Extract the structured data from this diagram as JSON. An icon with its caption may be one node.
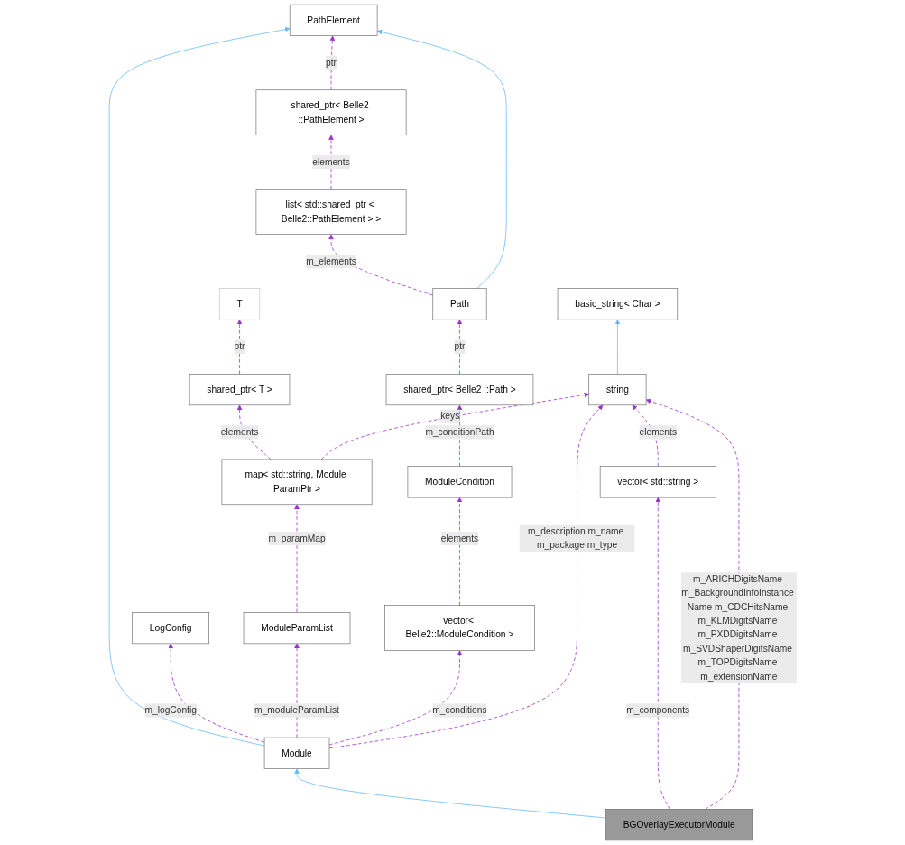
{
  "diagram": {
    "nodes": [
      {
        "text": [
          "PathElement"
        ]
      },
      {
        "text": [
          "shared_ptr< Belle2 ::PathElement >"
        ]
      },
      {
        "text": [
          "list< std::shared_ptr < Belle2::PathElement > >"
        ]
      },
      {
        "text": [
          "T"
        ]
      },
      {
        "text": [
          "Path"
        ]
      },
      {
        "text": [
          "basic_string< Char >"
        ]
      },
      {
        "text": [
          "shared_ptr< T >"
        ]
      },
      {
        "text": [
          "shared_ptr< Belle2 ::Path >"
        ]
      },
      {
        "text": [
          "string"
        ]
      },
      {
        "text": [
          "map< std::string, Module ParamPtr >"
        ]
      },
      {
        "text": [
          "ModuleCondition"
        ]
      },
      {
        "text": [
          "vector< std::string >"
        ]
      },
      {
        "text": [
          "LogConfig"
        ]
      },
      {
        "text": [
          "ModuleParamList"
        ]
      },
      {
        "text": [
          "vector< Belle2::ModuleCondition >"
        ]
      },
      {
        "text": [
          "Module"
        ]
      },
      {
        "text": [
          "BGOverlayExecutorModule"
        ]
      }
    ],
    "edges": [
      {
        "from": 1,
        "to": 0,
        "arrow": "to",
        "label": "ptr",
        "style": "dashed"
      },
      {
        "from": 2,
        "to": 1,
        "arrow": "to",
        "label": "elements",
        "style": "dashed"
      },
      {
        "from": 4,
        "to": 2,
        "arrow": "to",
        "label": "m_elements",
        "style": "dashed"
      },
      {
        "from": 4,
        "to": 0,
        "arrow": "to",
        "color": "#63b8ff"
      },
      {
        "from": 15,
        "to": 0,
        "arrow": "to",
        "color": "#63b8ff"
      },
      {
        "from": 6,
        "to": 3,
        "arrow": "to",
        "label": "ptr",
        "style": "dashed"
      },
      {
        "from": 7,
        "to": 4,
        "arrow": "to",
        "label": "ptr",
        "style": "dashed"
      },
      {
        "from": 8,
        "to": 5,
        "arrow": "to",
        "color": "#63b8ff"
      },
      {
        "from": 9,
        "to": 6,
        "arrow": "to",
        "label": "elements",
        "style": "dashed"
      },
      {
        "from": 9,
        "to": 8,
        "arrow": "to",
        "label": "keys",
        "style": "dashed"
      },
      {
        "from": 10,
        "to": 7,
        "arrow": "to",
        "label": "m_conditionPath",
        "style": "dashed"
      },
      {
        "from": 11,
        "to": 8,
        "arrow": "to",
        "label": "elements",
        "style": "dashed"
      },
      {
        "from": 13,
        "to": 9,
        "arrow": "to",
        "label": "m_paramMap",
        "style": "dashed"
      },
      {
        "from": 14,
        "to": 10,
        "arrow": "to",
        "label": "elements",
        "style": "dashed"
      },
      {
        "from": 15,
        "to": 12,
        "arrow": "to",
        "label": "m_logConfig",
        "style": "dashed"
      },
      {
        "from": 15,
        "to": 13,
        "arrow": "to",
        "label": "m_moduleParamList",
        "style": "dashed"
      },
      {
        "from": 15,
        "to": 14,
        "arrow": "to",
        "label": "m_conditions",
        "style": "dashed"
      },
      {
        "from": 15,
        "to": 8,
        "arrow": "to",
        "label": "m_description m_name m_package m_type",
        "style": "dashed"
      },
      {
        "from": 16,
        "to": 15,
        "arrow": "to",
        "color": "#63b8ff"
      },
      {
        "from": 16,
        "to": 11,
        "arrow": "to",
        "label": "m_components",
        "style": "dashed"
      },
      {
        "from": 16,
        "to": 8,
        "arrow": "to",
        "label": "m_ARICHDigitsName m_BackgroundInfoInstance Name m_CDCHitsName m_KLMDigitsName m_PXDDigitsName m_SVDShaperDigitsName m_TOPDigitsName m_extensionName",
        "style": "dashed"
      }
    ]
  }
}
